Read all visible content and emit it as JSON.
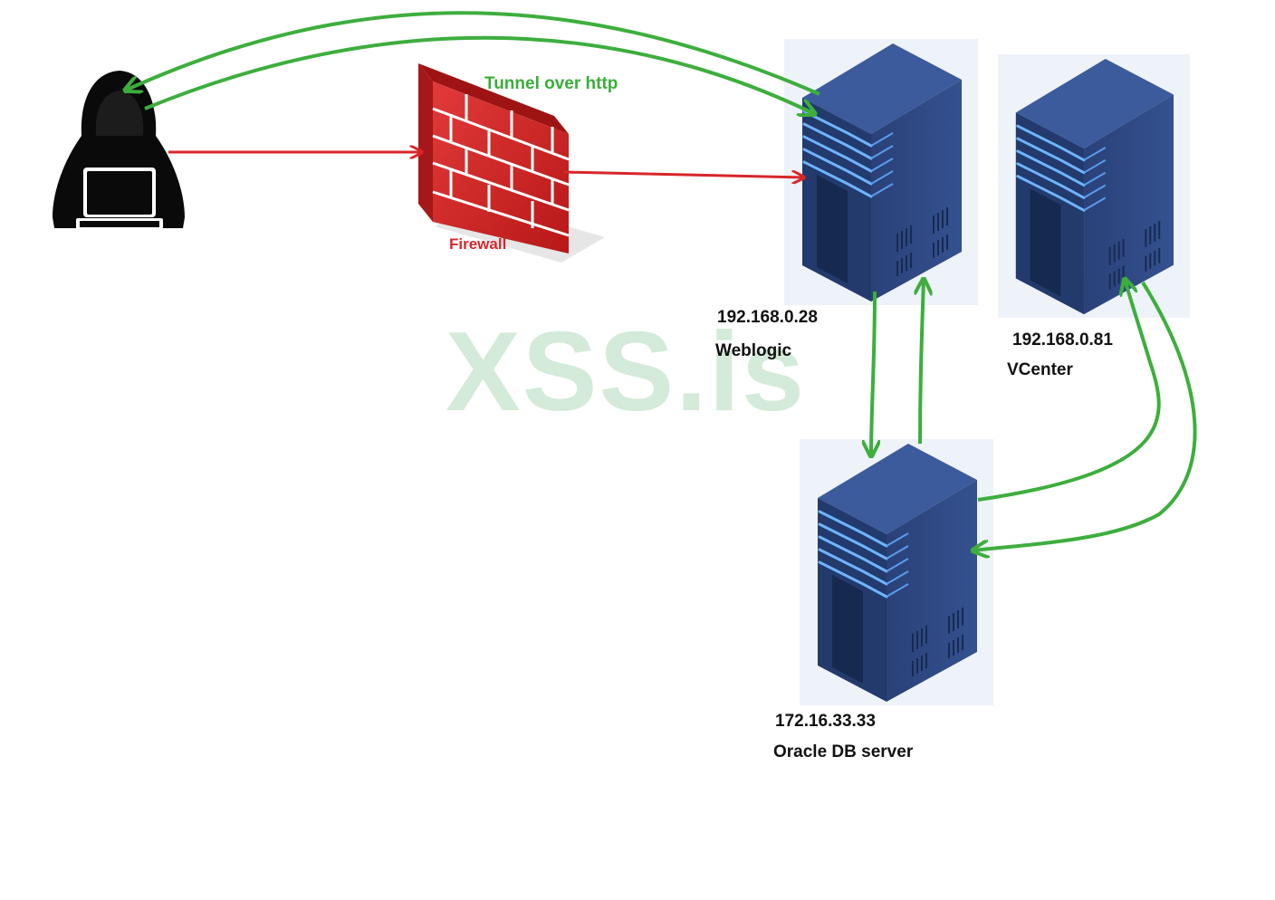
{
  "diagram": {
    "nodes": [
      {
        "id": "attacker",
        "icon": "hacker-icon",
        "label": "",
        "ip": ""
      },
      {
        "id": "firewall",
        "icon": "firewall-brick-wall-icon",
        "label": "Firewall",
        "ip": ""
      },
      {
        "id": "weblogic",
        "icon": "server-rack-icon",
        "label": "Weblogic",
        "ip": "192.168.0.28"
      },
      {
        "id": "vcenter",
        "icon": "server-rack-icon",
        "label": "VCenter",
        "ip": "192.168.0.81"
      },
      {
        "id": "oracle",
        "icon": "server-rack-icon",
        "label": "Oracle DB server",
        "ip": "172.16.33.33"
      }
    ],
    "edges": [
      {
        "from": "attacker",
        "to": "firewall",
        "color": "#d8262b"
      },
      {
        "from": "firewall",
        "to": "weblogic",
        "color": "#d8262b"
      },
      {
        "from": "attacker",
        "to": "weblogic",
        "color": "#3dae3d",
        "label": "Tunnel over http"
      },
      {
        "from": "weblogic",
        "to": "attacker",
        "color": "#3dae3d"
      },
      {
        "from": "weblogic",
        "to": "oracle",
        "color": "#3dae3d"
      },
      {
        "from": "oracle",
        "to": "weblogic",
        "color": "#3dae3d"
      },
      {
        "from": "oracle",
        "to": "vcenter",
        "color": "#3dae3d"
      },
      {
        "from": "vcenter",
        "to": "oracle",
        "color": "#3dae3d"
      }
    ],
    "tunnel_label": "Tunnel over http"
  },
  "watermark": "XSS.is",
  "colors": {
    "arrow_green": "#3dae3d",
    "arrow_red": "#d8262b",
    "server_body": "#2f4a86",
    "server_light": "#6fb3ff",
    "watermark": "#cfe9d4"
  }
}
